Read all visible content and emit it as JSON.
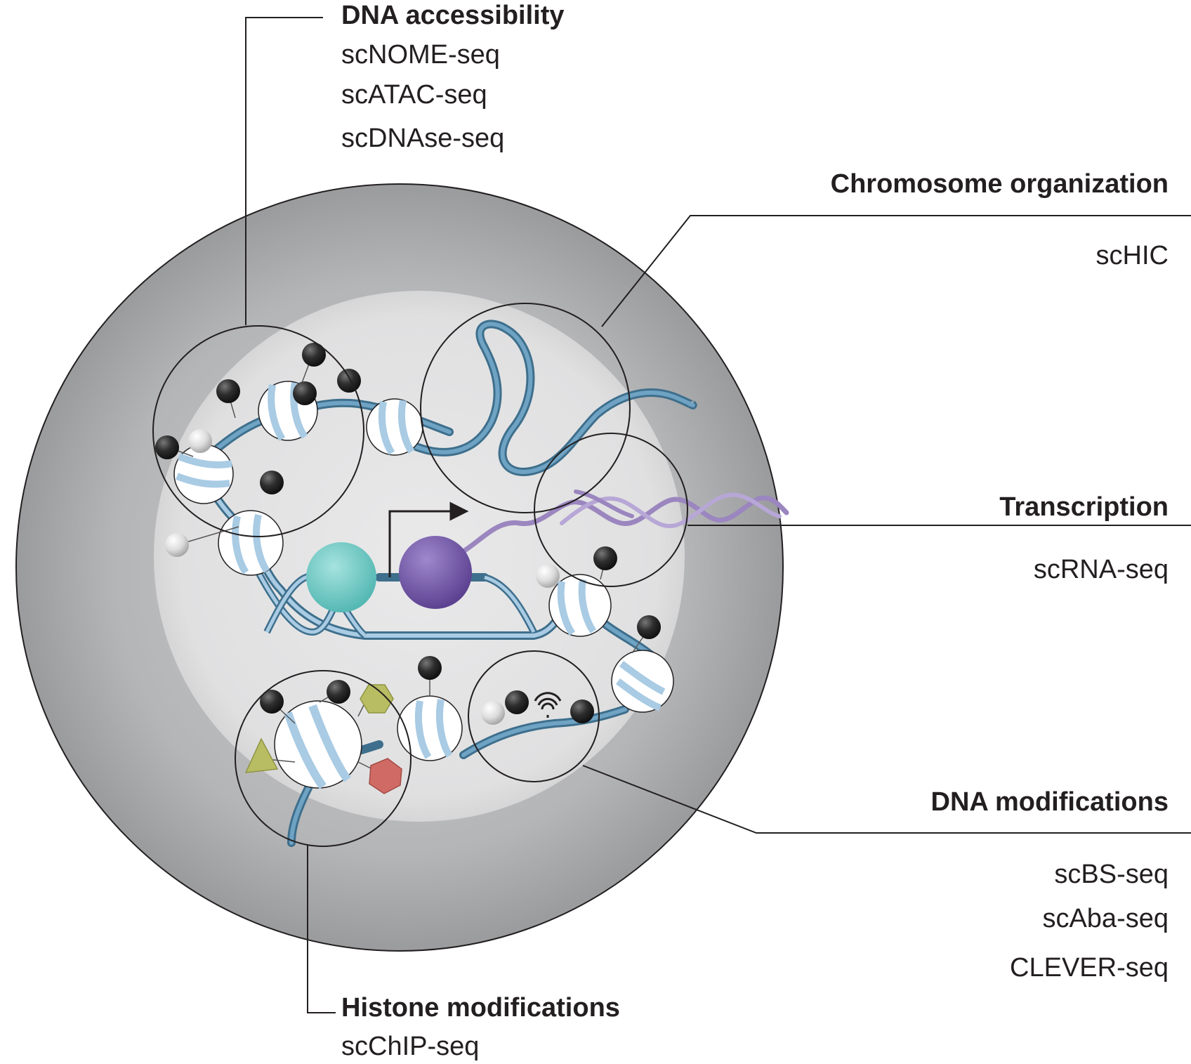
{
  "labels": {
    "dna_accessibility": {
      "title": "DNA accessibility",
      "methods": [
        "scNOME-seq",
        "scATAC-seq",
        "scDNAse-seq"
      ]
    },
    "chromosome_organization": {
      "title": "Chromosome organization",
      "methods": [
        "scHIC"
      ]
    },
    "transcription": {
      "title": "Transcription",
      "methods": [
        "scRNA-seq"
      ]
    },
    "dna_modifications": {
      "title": "DNA modifications",
      "methods": [
        "scBS-seq",
        "scAba-seq",
        "CLEVER-seq"
      ]
    },
    "histone_modifications": {
      "title": "Histone modifications",
      "methods": [
        "scChIP-seq"
      ]
    }
  },
  "colors": {
    "cell_outer": "#9d9ea0",
    "cell_inner": "#e4e4e5",
    "dna_strand": "#4f86a6",
    "dna_light": "#a9cbe4",
    "rna": "#9b86bf",
    "transcription_factor": "#6cc6c2",
    "polymerase": "#6f56a0",
    "methyl_mark_dark": "#2b2b2b",
    "methyl_mark_light": "#e0e0e0",
    "histone_mark_green": "#b8bd63",
    "histone_mark_red": "#cf6b64"
  }
}
